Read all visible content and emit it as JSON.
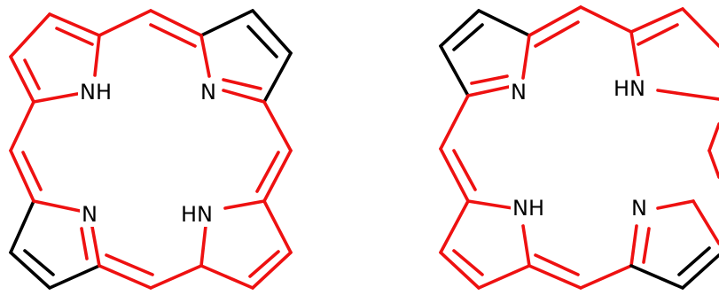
{
  "colors": {
    "bond": "#000000",
    "highlight": "#ee1111",
    "label": "#000000",
    "background": "#ffffff"
  },
  "molecules": [
    {
      "id": "left",
      "atom_labels": [
        "NH",
        "N",
        "N",
        "HN"
      ]
    },
    {
      "id": "right",
      "atom_labels": [
        "N",
        "HN",
        "NH",
        "N"
      ]
    }
  ]
}
